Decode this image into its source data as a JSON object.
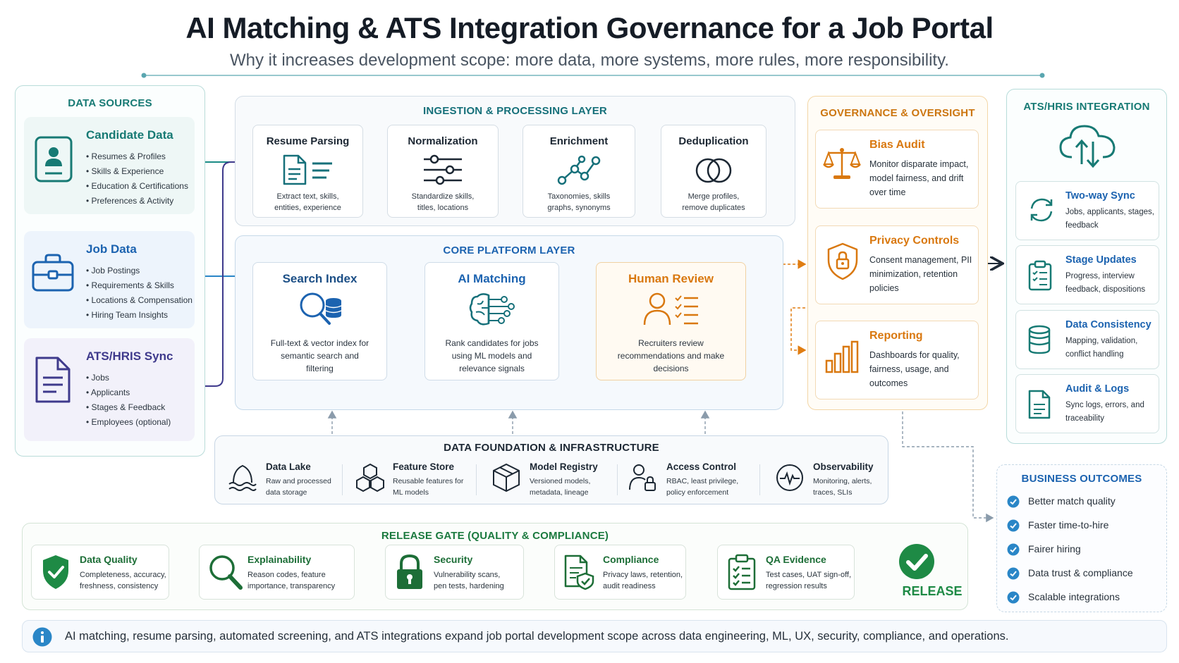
{
  "title": "AI Matching & ATS Integration Governance for a Job Portal",
  "subtitle": "Why it increases development scope: more data, more systems, more rules, more responsibility.",
  "colors": {
    "teal": "#177a74",
    "blue": "#1c63b0",
    "orange": "#d9780f",
    "purple": "#3f3a8c",
    "green": "#1e8a45"
  },
  "data_sources": {
    "title": "DATA SOURCES",
    "cards": [
      {
        "title": "Candidate Data",
        "icon": "profile-card-icon",
        "items": [
          "Resumes & Profiles",
          "Skills & Experience",
          "Education & Certifications",
          "Preferences & Activity"
        ]
      },
      {
        "title": "Job Data",
        "icon": "briefcase-icon",
        "items": [
          "Job Postings",
          "Requirements & Skills",
          "Locations & Compensation",
          "Hiring Team Insights"
        ]
      },
      {
        "title": "ATS/HRIS Sync",
        "icon": "document-icon",
        "items": [
          "Jobs",
          "Applicants",
          "Stages & Feedback",
          "Employees (optional)"
        ]
      }
    ]
  },
  "ingestion": {
    "title": "INGESTION & PROCESSING LAYER",
    "cards": [
      {
        "title": "Resume Parsing",
        "desc": "Extract text, skills, entities, experience",
        "icon": "parse-document-icon"
      },
      {
        "title": "Normalization",
        "desc": "Standardize skills, titles, locations",
        "icon": "sliders-icon"
      },
      {
        "title": "Enrichment",
        "desc": "Taxonomies, skills graphs, synonyms",
        "icon": "graph-nodes-icon"
      },
      {
        "title": "Deduplication",
        "desc": "Merge profiles, remove duplicates",
        "icon": "overlap-circles-icon"
      }
    ]
  },
  "core": {
    "title": "CORE PLATFORM LAYER",
    "cards": [
      {
        "title": "Search Index",
        "desc": "Full-text & vector index for semantic search and filtering",
        "icon": "search-database-icon"
      },
      {
        "title": "AI Matching",
        "desc": "Rank candidates for jobs using ML models and relevance signals",
        "icon": "ai-brain-icon"
      },
      {
        "title": "Human Review",
        "desc": "Recruiters review recommendations and make decisions",
        "icon": "reviewer-checklist-icon"
      }
    ]
  },
  "governance": {
    "title": "GOVERNANCE & OVERSIGHT",
    "cards": [
      {
        "title": "Bias Audit",
        "desc": "Monitor disparate impact, model fairness, and drift over time",
        "icon": "scales-icon"
      },
      {
        "title": "Privacy Controls",
        "desc": "Consent management, PII minimization, retention policies",
        "icon": "shield-lock-icon"
      },
      {
        "title": "Reporting",
        "desc": "Dashboards for quality, fairness, usage, and outcomes",
        "icon": "bar-chart-icon"
      }
    ]
  },
  "ats": {
    "title": "ATS/HRIS INTEGRATION",
    "cards": [
      {
        "title": "Two-way Sync",
        "desc": "Jobs, applicants, stages, feedback",
        "icon": "sync-icon"
      },
      {
        "title": "Stage Updates",
        "desc": "Progress, interview feedback, dispositions",
        "icon": "clipboard-list-icon"
      },
      {
        "title": "Data Consistency",
        "desc": "Mapping, validation, conflict handling",
        "icon": "database-icon"
      },
      {
        "title": "Audit & Logs",
        "desc": "Sync logs, errors, and traceability",
        "icon": "log-file-icon"
      }
    ]
  },
  "foundation": {
    "title": "DATA FOUNDATION & INFRASTRUCTURE",
    "items": [
      {
        "title": "Data Lake",
        "desc": "Raw and processed data storage",
        "icon": "lake-icon"
      },
      {
        "title": "Feature Store",
        "desc": "Reusable features for ML models",
        "icon": "cubes-icon"
      },
      {
        "title": "Model Registry",
        "desc": "Versioned models, metadata, lineage",
        "icon": "box-icon"
      },
      {
        "title": "Access Control",
        "desc": "RBAC, least privilege, policy enforcement",
        "icon": "user-lock-icon"
      },
      {
        "title": "Observability",
        "desc": "Monitoring, alerts, traces, SLIs",
        "icon": "pulse-icon"
      }
    ]
  },
  "release_gate": {
    "title": "RELEASE GATE (QUALITY & COMPLIANCE)",
    "cards": [
      {
        "title": "Data Quality",
        "desc": "Completeness, accuracy, freshness, consistency",
        "icon": "shield-check-icon"
      },
      {
        "title": "Explainability",
        "desc": "Reason codes, feature importance, transparency",
        "icon": "magnifier-icon"
      },
      {
        "title": "Security",
        "desc": "Vulnerability scans, pen tests, hardening",
        "icon": "padlock-icon"
      },
      {
        "title": "Compliance",
        "desc": "Privacy laws, retention, audit readiness",
        "icon": "compliance-doc-icon"
      },
      {
        "title": "QA Evidence",
        "desc": "Test cases, UAT sign-off, regression results",
        "icon": "qa-clipboard-icon"
      }
    ],
    "release_label": "RELEASE"
  },
  "outcomes": {
    "title": "BUSINESS OUTCOMES",
    "items": [
      "Better match quality",
      "Faster time-to-hire",
      "Fairer hiring",
      "Data trust & compliance",
      "Scalable integrations"
    ]
  },
  "footer": "AI matching, resume parsing, automated screening, and ATS integrations expand job portal development scope across data engineering, ML, UX, security, compliance, and operations."
}
